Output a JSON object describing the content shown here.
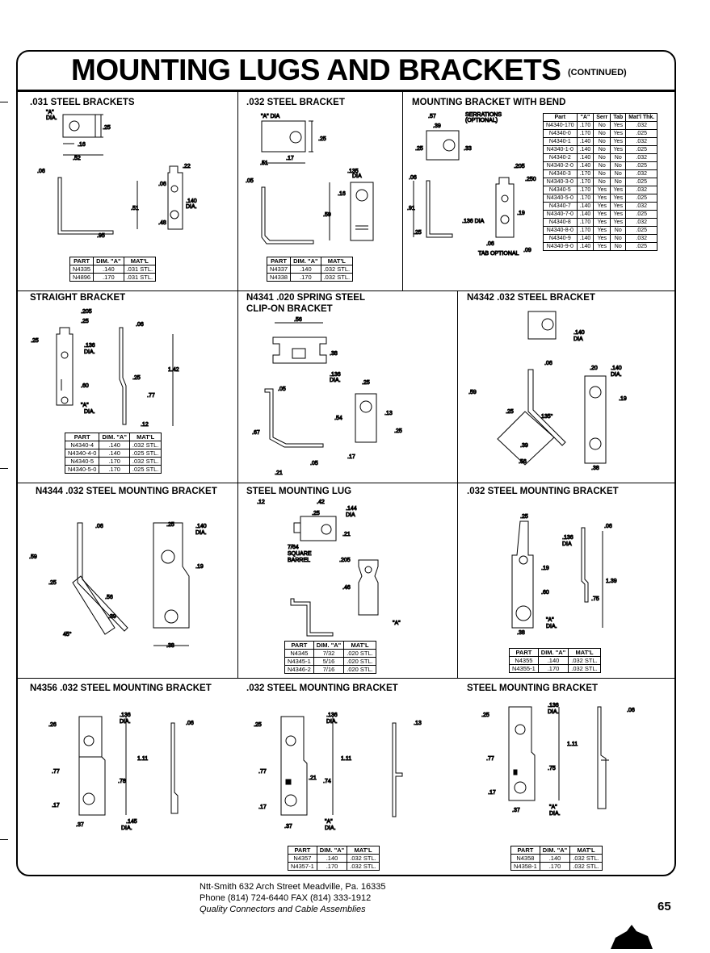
{
  "header": {
    "title": "MOUNTING LUGS AND BRACKETS",
    "subtitle": "(CONTINUED)"
  },
  "sections": {
    "s031": {
      "title": ".031 STEEL BRACKETS",
      "labels": [
        "\"A\"",
        "DIA.",
        ".25",
        ".16",
        ".52",
        ".06",
        ".22",
        ".06",
        ".140",
        "DIA.",
        ".51",
        ".48",
        ".95"
      ],
      "table": {
        "headers": [
          "PART",
          "DIM. \"A\"",
          "MAT'L"
        ],
        "rows": [
          [
            "N4335",
            ".140",
            ".031 STL."
          ],
          [
            "N4896",
            ".170",
            ".031 STL."
          ]
        ]
      }
    },
    "s032": {
      "title": ".032 STEEL BRACKET",
      "labels": [
        "\"A\" DIA",
        ".25",
        ".17",
        ".51",
        ".05",
        ".135",
        "DIA",
        ".16",
        ".59"
      ],
      "table": {
        "headers": [
          "PART",
          "DIM. \"A\"",
          "MAT'L"
        ],
        "rows": [
          [
            "N4337",
            ".140",
            ".032 STL."
          ],
          [
            "N4338",
            ".170",
            ".032 STL."
          ]
        ]
      }
    },
    "bend": {
      "title": "MOUNTING BRACKET WITH BEND",
      "labels": [
        ".57",
        ".39",
        "SERRATIONS",
        "(OPTIONAL)",
        ".25",
        ".33",
        ".205",
        ".250",
        ".06",
        ".91",
        ".25",
        ".19",
        ".136 DIA",
        ".06",
        ".09",
        "TAB OPTIONAL"
      ],
      "table": {
        "headers": [
          "Part",
          "\"A\"",
          "Serr",
          "Tab",
          "Mat'l Thk."
        ],
        "rows": [
          [
            "N4340-170",
            ".170",
            "No",
            "Yes",
            ".032"
          ],
          [
            "N4340-0",
            ".170",
            "No",
            "Yes",
            ".025"
          ],
          [
            "N4340-1",
            ".140",
            "No",
            "Yes",
            ".032"
          ],
          [
            "N4340-1-0",
            ".140",
            "No",
            "Yes",
            ".025"
          ],
          [
            "N4340-2",
            ".140",
            "No",
            "No",
            ".032"
          ],
          [
            "N4340-2-0",
            ".140",
            "No",
            "No",
            ".025"
          ],
          [
            "N4340-3",
            ".170",
            "No",
            "No",
            ".032"
          ],
          [
            "N4340-3-0",
            ".170",
            "No",
            "No",
            ".025"
          ],
          [
            "N4340-5",
            ".170",
            "Yes",
            "Yes",
            ".032"
          ],
          [
            "N4340-5-0",
            ".170",
            "Yes",
            "Yes",
            ".025"
          ],
          [
            "N4340-7",
            ".140",
            "Yes",
            "Yes",
            ".032"
          ],
          [
            "N4340-7-0",
            ".140",
            "Yes",
            "Yes",
            ".025"
          ],
          [
            "N4340-8",
            ".170",
            "Yes",
            "Yes",
            ".032"
          ],
          [
            "N4340-8-0",
            ".170",
            "Yes",
            "No",
            ".025"
          ],
          [
            "N4340-9",
            ".140",
            "Yes",
            "No",
            ".032"
          ],
          [
            "N4340-9-0",
            ".140",
            "Yes",
            "No",
            ".025"
          ]
        ]
      }
    },
    "straight": {
      "title": "STRAIGHT BRACKET",
      "labels": [
        ".205",
        ".25",
        ".06",
        ".25",
        ".136",
        "DIA.",
        ".25",
        "1.42",
        ".60",
        ".77",
        "\"A\"",
        "DIA.",
        ".12"
      ],
      "table": {
        "headers": [
          "PART",
          "DIM. \"A\"",
          "MAT'L"
        ],
        "rows": [
          [
            "N4340-4",
            ".140",
            ".032 STL."
          ],
          [
            "N4340-4-0",
            ".140",
            ".025 STL."
          ],
          [
            "N4340-5",
            ".170",
            ".032 STL."
          ],
          [
            "N4340-5-0",
            ".170",
            ".025 STL."
          ]
        ]
      }
    },
    "n4341": {
      "title": "N4341 .020 SPRING STEEL",
      "title2": "CLIP-ON BRACKET",
      "labels": [
        ".56",
        ".38",
        ".136",
        "DIA.",
        ".25",
        ".05",
        ".13",
        ".54",
        ".25",
        ".67",
        ".05",
        ".17",
        ".21"
      ]
    },
    "n4342": {
      "title": "N4342 .032 STEEL BRACKET",
      "labels": [
        ".140",
        "DIA",
        ".06",
        ".20",
        ".140",
        "DIA.",
        ".59",
        ".19",
        ".25",
        "135°",
        ".39",
        ".56",
        ".38"
      ]
    },
    "n4344": {
      "title": "N4344 .032 STEEL MOUNTING BRACKET",
      "labels": [
        ".06",
        ".25",
        ".140",
        "DIA.",
        ".59",
        ".19",
        ".25",
        ".56",
        ".39",
        "45°",
        ".38"
      ]
    },
    "lug": {
      "title": "STEEL MOUNTING LUG",
      "labels": [
        ".12",
        ".42",
        ".25",
        ".144",
        "DIA",
        ".21",
        "7/64",
        "SQUARE",
        "BARREL",
        ".205",
        ".46",
        "\"A\""
      ],
      "table": {
        "headers": [
          "PART",
          "DIM. \"A\"",
          "MAT'L"
        ],
        "rows": [
          [
            "N4345",
            "7/32",
            ".020 STL."
          ],
          [
            "N4345-1",
            "5/16",
            ".020 STL."
          ],
          [
            "N4346-2",
            "7/16",
            ".020 STL."
          ]
        ]
      }
    },
    "m032a": {
      "title": ".032 STEEL MOUNTING BRACKET",
      "labels": [
        ".25",
        ".136",
        "DIA",
        ".06",
        ".19",
        "1.39",
        ".60",
        ".75",
        "\"A\"",
        "DIA.",
        ".38"
      ],
      "table": {
        "headers": [
          "PART",
          "DIM. \"A\"",
          "MAT'L"
        ],
        "rows": [
          [
            "N4355",
            ".140",
            ".032 STL."
          ],
          [
            "N4355-1",
            ".170",
            ".032 STL."
          ]
        ]
      }
    },
    "n4356": {
      "title": "N4356 .032 STEEL MOUNTING BRACKET",
      "labels": [
        ".26",
        ".136",
        "DIA.",
        ".06",
        "1.11",
        ".77",
        ".78",
        ".17",
        ".37",
        ".145",
        "DIA."
      ]
    },
    "m032b": {
      "title": ".032 STEEL MOUNTING BRACKET",
      "labels": [
        ".25",
        ".136",
        "DIA.",
        ".13",
        "1.11",
        ".77",
        ".21",
        ".74",
        ".17",
        ".37",
        "\"A\"",
        "DIA."
      ],
      "table": {
        "headers": [
          "PART",
          "DIM. \"A\"",
          "MAT'L"
        ],
        "rows": [
          [
            "N4357",
            ".140",
            ".032 STL."
          ],
          [
            "N4357-1",
            ".170",
            ".032 STL."
          ]
        ]
      }
    },
    "smb": {
      "title": "STEEL MOUNTING BRACKET",
      "labels": [
        ".25",
        ".136",
        "DIA.",
        ".06",
        "1.11",
        ".77",
        ".75",
        ".17",
        ".37",
        "\"A\"",
        "DIA."
      ],
      "table": {
        "headers": [
          "PART",
          "DIM. \"A\"",
          "MAT'L"
        ],
        "rows": [
          [
            "N4358",
            ".140",
            ".032 STL."
          ],
          [
            "N4358-1",
            ".170",
            ".032 STL."
          ]
        ]
      }
    }
  },
  "footer": {
    "line1": "Ntt-Smith 632 Arch Street Meadville, Pa. 16335",
    "line2": "Phone (814) 724-6440  FAX (814) 333-1912",
    "line3": "Quality Connectors and Cable Assemblies",
    "page": "65"
  }
}
